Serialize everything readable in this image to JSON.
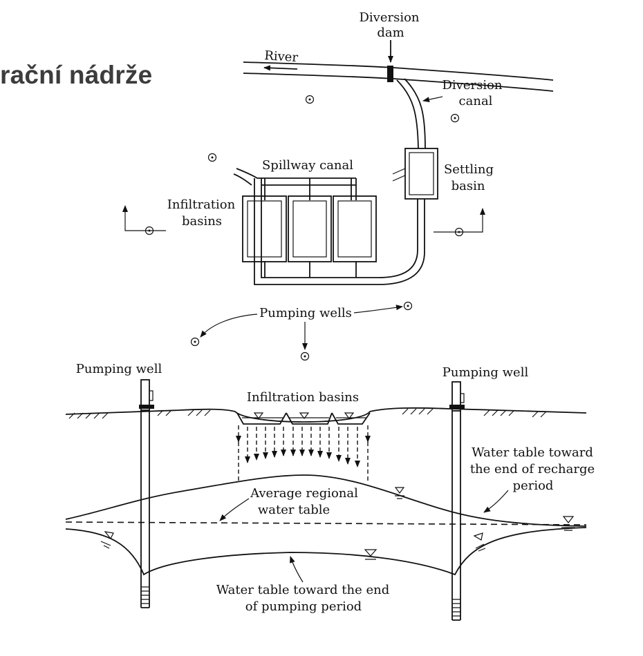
{
  "slide": {
    "title": "rační nádrže"
  },
  "plan": {
    "labels": {
      "diversion_dam_1": "Diversion",
      "diversion_dam_2": "dam",
      "river": "River",
      "diversion_canal_1": "Diversion",
      "diversion_canal_2": "canal",
      "spillway_canal": "Spillway canal",
      "settling_basin_1": "Settling",
      "settling_basin_2": "basin",
      "infiltration_basins_1": "Infiltration",
      "infiltration_basins_2": "basins",
      "pumping_wells": "Pumping wells"
    }
  },
  "section": {
    "labels": {
      "pumping_well_left": "Pumping well",
      "pumping_well_right": "Pumping well",
      "infiltration_basins": "Infiltration basins",
      "recharge_wt_1": "Water table toward",
      "recharge_wt_2": "the end of recharge",
      "recharge_wt_3": "period",
      "regional_wt_1": "Average regional",
      "regional_wt_2": "water table",
      "pumping_wt_1": "Water table toward the end",
      "pumping_wt_2": "of pumping period"
    }
  },
  "colors": {
    "ink": "#111111",
    "title": "#3c3c3c"
  },
  "icons": [
    "arrow-icon",
    "well-symbol-icon",
    "water-level-triangle-icon"
  ]
}
